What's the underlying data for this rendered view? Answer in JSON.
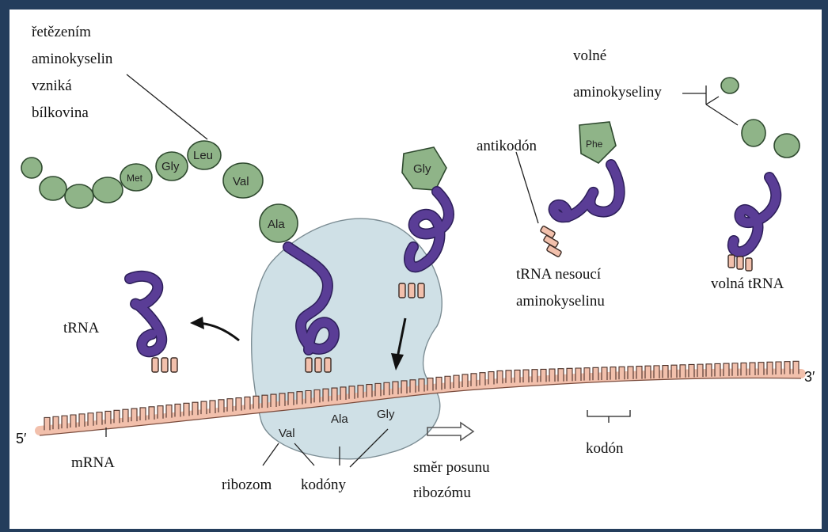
{
  "labels": {
    "chain": [
      "řetězením",
      "aminokyselin",
      "vzniká",
      "bílkovina"
    ],
    "free_amino_acids": [
      "volné",
      "aminokyseliny"
    ],
    "anticodon": "antikodón",
    "trna_carrying": [
      "tRNA nesoucí",
      "aminokyselinu"
    ],
    "free_trna": "volná tRNA",
    "trna": "tRNA",
    "five_prime": "5′",
    "three_prime": "3′",
    "mrna": "mRNA",
    "ribosome": "ribozom",
    "codons": "kodóny",
    "direction": [
      "směr posunu",
      "ribozómu"
    ],
    "codon": "kodón"
  },
  "amino_acids": {
    "chain": [
      "Met",
      "Gly",
      "Leu",
      "Val",
      "Ala"
    ],
    "incoming": "Gly",
    "carried": "Phe"
  },
  "codon_letters": [
    "Val",
    "Ala",
    "Gly"
  ],
  "colors": {
    "frame": "#243d5c",
    "amino_acid": "#8fb488",
    "ribosome": "#cfe0e6",
    "trna": "#5a3d96",
    "mrna": "#f2c0ac"
  }
}
